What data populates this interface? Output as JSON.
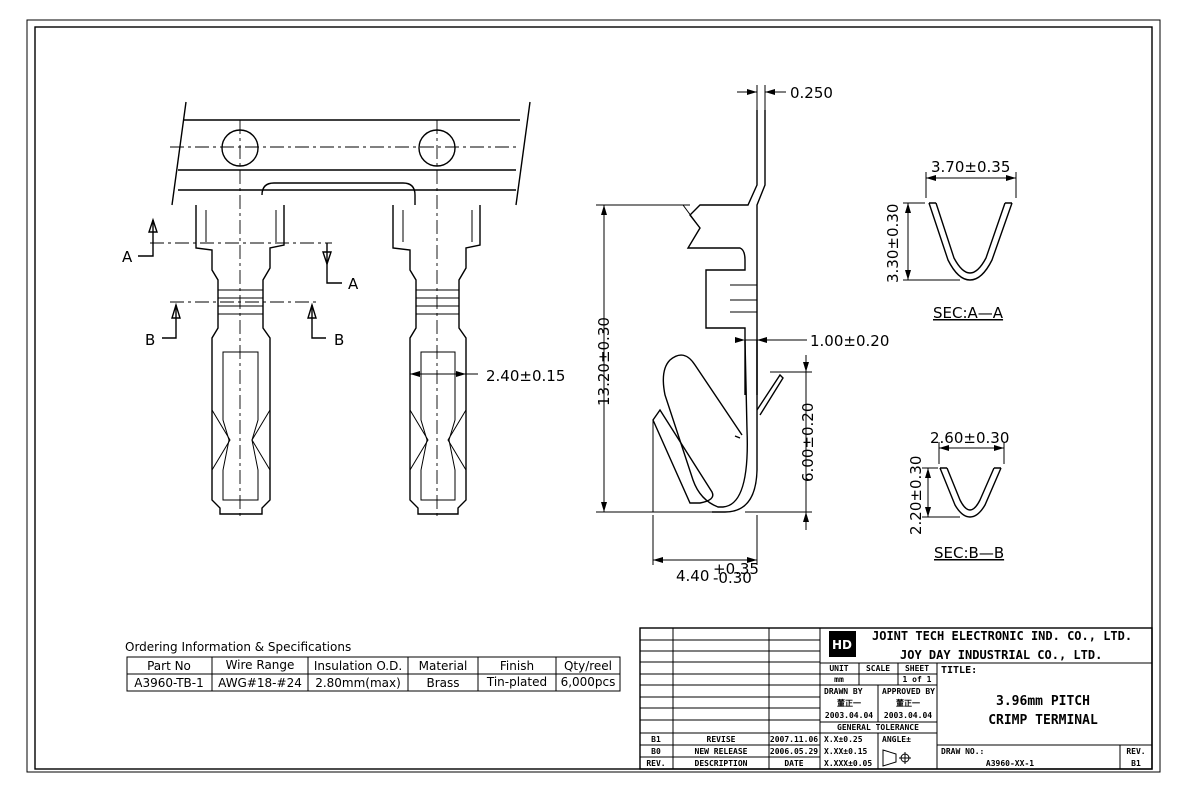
{
  "dimensions": {
    "thickness": "0.250",
    "sec_aa_width": "3.70±0.35",
    "sec_aa_height": "3.30±0.30",
    "sec_aa_label": "SEC:A—A",
    "sec_bb_width": "2.60±0.30",
    "sec_bb_height": "2.20±0.30",
    "sec_bb_label": "SEC:B—B",
    "total_length": "13.20±0.30",
    "spring_gap": "1.00±0.20",
    "contact_length": "6.00±0.20",
    "contact_width": "2.40±0.15",
    "base_width": "4.40",
    "base_tol_plus": "+0.35",
    "base_tol_minus": "-0.30"
  },
  "section_marks": {
    "a": "A",
    "b": "B"
  },
  "ordering": {
    "heading": "Ordering Information & Specifications",
    "headers": [
      "Part No",
      "Wire Range",
      "Insulation O.D.",
      "Material",
      "Finish",
      "Qty/reel"
    ],
    "row": [
      "A3960-TB-1",
      "AWG#18-#24",
      "2.80mm(max)",
      "Brass",
      "Tin-plated",
      "6,000pcs"
    ]
  },
  "title_block": {
    "company_1": "JOINT TECH ELECTRONIC IND. CO., LTD.",
    "company_2": "JOY DAY INDUSTRIAL CO., LTD.",
    "logo_text": "HD",
    "unit_label": "UNIT",
    "unit_value": "mm",
    "scale_label": "SCALE",
    "sheet_label": "SHEET",
    "sheet_value": "1 of 1",
    "title_label": "TITLE:",
    "title_line1": "3.96mm PITCH",
    "title_line2": "CRIMP TERMINAL",
    "drawn_by_label": "DRAWN BY",
    "drawn_by_name": "董正一",
    "drawn_by_date": "2003.04.04",
    "approved_by_label": "APPROVED BY",
    "approved_by_name": "董正一",
    "approved_by_date": "2003.04.04",
    "tolerance_label": "GENERAL TOLERANCE",
    "tol_1": "X.X±0.25",
    "tol_2": "X.XX±0.15",
    "tol_3": "X.XXX±0.05",
    "angle_label": "ANGLE±",
    "draw_no_label": "DRAW NO.:",
    "draw_no_value": "A3960-XX-1",
    "rev_label": "REV.",
    "rev_value": "B1",
    "revisions": [
      {
        "rev": "B1",
        "desc": "REVISE",
        "date": "2007.11.06"
      },
      {
        "rev": "B0",
        "desc": "NEW RELEASE",
        "date": "2006.05.29"
      }
    ],
    "rev_col_header": "REV.",
    "desc_col_header": "DESCRIPTION",
    "date_col_header": "DATE"
  }
}
